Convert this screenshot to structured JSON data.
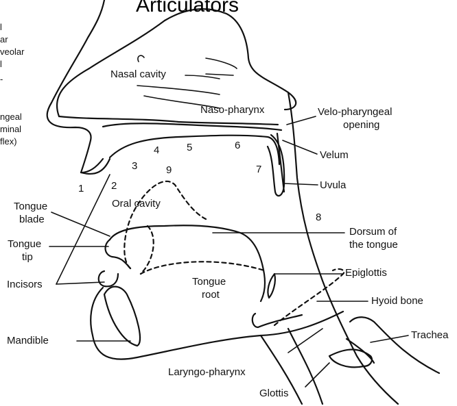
{
  "title": "Articulators",
  "left_fragments": [
    "l",
    "ar",
    "veolar",
    "l",
    "-",
    "ngeal",
    "minal",
    "flex)"
  ],
  "labels": {
    "nasal_cavity": "Nasal cavity",
    "naso_pharynx": "Naso-pharynx",
    "velo_pharyngeal": "Velo-pharyngeal",
    "velo_opening": "opening",
    "velum": "Velum",
    "uvula": "Uvula",
    "tongue_blade_1": "Tongue",
    "tongue_blade_2": "blade",
    "oral_cavity": "Oral cavity",
    "tongue_tip_1": "Tongue",
    "tongue_tip_2": "tip",
    "dorsum_1": "Dorsum of",
    "dorsum_2": "the tongue",
    "incisors": "Incisors",
    "tongue_root_1": "Tongue",
    "tongue_root_2": "root",
    "epiglottis": "Epiglottis",
    "hyoid": "Hyoid bone",
    "mandible": "Mandible",
    "trachea": "Trachea",
    "laryngo": "Laryngo-pharynx",
    "glottis": "Glottis"
  },
  "place_numbers": [
    "1",
    "2",
    "3",
    "4",
    "5",
    "6",
    "7",
    "8",
    "9"
  ]
}
